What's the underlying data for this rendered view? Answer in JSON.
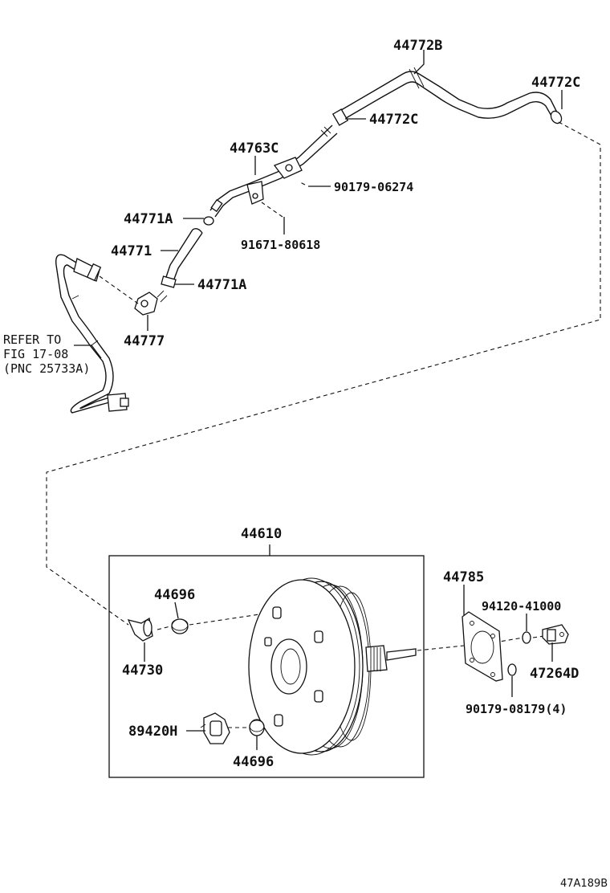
{
  "labels": {
    "p44772B": "44772B",
    "p44772C_right": "44772C",
    "p44772C_mid": "44772C",
    "p44763C": "44763C",
    "p90179_06274": "90179-06274",
    "p44771A_top": "44771A",
    "p91671_80618": "91671-80618",
    "p44771": "44771",
    "p44771A_bottom": "44771A",
    "p44777": "44777",
    "p44610": "44610",
    "p44696_top": "44696",
    "p44730": "44730",
    "p89420H": "89420H",
    "p44696_bottom": "44696",
    "p44785": "44785",
    "p94120_41000": "94120-41000",
    "p47264D": "47264D",
    "p90179_08179": "90179-08179(4)"
  },
  "reference": {
    "line1": "REFER TO",
    "line2": "FIG 17-08",
    "line3": "(PNC 25733A)"
  },
  "diagram_code": "47A189B"
}
